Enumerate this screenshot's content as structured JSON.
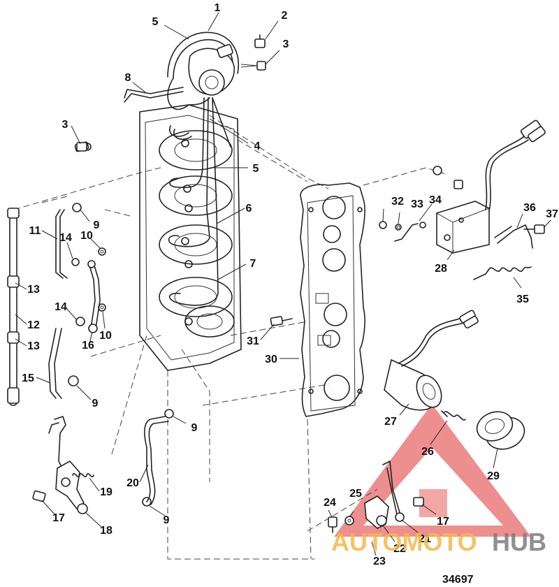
{
  "figure_number": "34697",
  "watermark": {
    "part1": "AUTOMOTO",
    "part2": "HUB",
    "color_part1": "#f5b94a",
    "color_part2": "#7d7d7d",
    "logo_color": "#e86a6a"
  },
  "callouts": {
    "c1": "1",
    "c2": "2",
    "c3a": "3",
    "c3b": "3",
    "c4": "4",
    "c5a": "5",
    "c5b": "5",
    "c6": "6",
    "c7": "7",
    "c8": "8",
    "c9a": "9",
    "c9b": "9",
    "c9c": "9",
    "c9d": "9",
    "c10a": "10",
    "c10b": "10",
    "c11": "11",
    "c12": "12",
    "c13a": "13",
    "c13b": "13",
    "c14a": "14",
    "c14b": "14",
    "c15": "15",
    "c16": "16",
    "c17a": "17",
    "c17b": "17",
    "c18": "18",
    "c19": "19",
    "c20": "20",
    "c21": "21",
    "c22": "22",
    "c23": "23",
    "c24": "24",
    "c25": "25",
    "c26": "26",
    "c27": "27",
    "c28": "28",
    "c29": "29",
    "c30": "30",
    "c31": "31",
    "c32": "32",
    "c33": "33",
    "c34": "34",
    "c35": "35",
    "c36": "36",
    "c37": "37"
  }
}
